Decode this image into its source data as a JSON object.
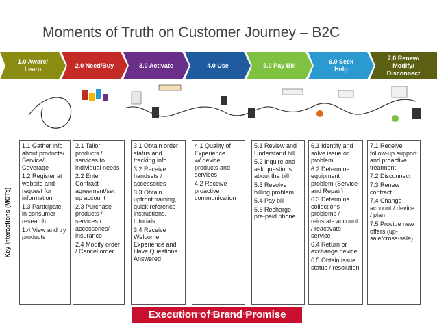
{
  "title": "Moments of Truth on Customer Journey – B2C",
  "row_label": "Key Interactions (MOTs)",
  "stages": [
    {
      "label": "1.0 Aware/\nLearn",
      "color": "#8a8d12"
    },
    {
      "label": "2.0 Need/Buy",
      "color": "#c42b27"
    },
    {
      "label": "3.0 Activate",
      "color": "#6a2f88"
    },
    {
      "label": "4.0 Use",
      "color": "#1f5b9e"
    },
    {
      "label": "5.0 Pay Bill",
      "color": "#7fc241"
    },
    {
      "label": "6.0 Seek\nHelp",
      "color": "#2a9ad1"
    },
    {
      "label": "7.0 Renew/\nModify/\nDisconnect",
      "color": "#5b5f12"
    }
  ],
  "columns": [
    {
      "items": [
        "1.1 Gather info about products/ Service/ Coverage",
        "1.2 Register at website and request for information",
        "1.3 Participate\n in consumer research",
        "1.4 View and try products"
      ]
    },
    {
      "items": [
        "2.1 Tailor products / services to individual needs",
        "2.2 Enter Contract agreement/set up account",
        "2.3 Purchase products / services / accessories/ insurance",
        "2.4 Modify order / Cancel order"
      ]
    },
    {
      "items": [
        "3.1 Obtain order status and tracking info",
        "3.2 Receive handsets / accessories",
        "3.3 Obtain upfront training, quick reference instructions, tutorials",
        "3.4 Receive Welcome Experience and Have Questions Answered"
      ]
    },
    {
      "items": [
        "4.1 Quality of Experience\n w/ device, products and services",
        "4.2 Receive proactive communication"
      ]
    },
    {
      "items": [
        "5.1 Review and Understand bill",
        "5.2 Inquire and ask questions about the bill",
        "5.3 Resolve billing problem",
        "5.4 Pay bill",
        "5.5 Recharge pre-paid phone"
      ]
    },
    {
      "items": [
        "6.1 Identify and solve issue or problem",
        "6.2 Determine equipment problem (Service and Repair)",
        "6.3  Determine collections problems / reinstate account / reactivate service",
        "6.4  Return or exchange device",
        "6.5 Obtain issue status / resolution"
      ]
    },
    {
      "items": [
        "7.1 Receive follow-up support and proactive treatment",
        "7.2 Disconnect",
        "7.3 Renew contract",
        "7.4 Change account / device / plan",
        "7.5 Provide new offers (up-sale/cross-sale)"
      ]
    }
  ],
  "footer": {
    "text": "Execution of Brand Promise",
    "overlay": "CONFIDENTIAL – FOR INTERNAL USE ONLY"
  },
  "colors": {
    "footer_bg": "#c8102e",
    "title_text": "#404040"
  }
}
